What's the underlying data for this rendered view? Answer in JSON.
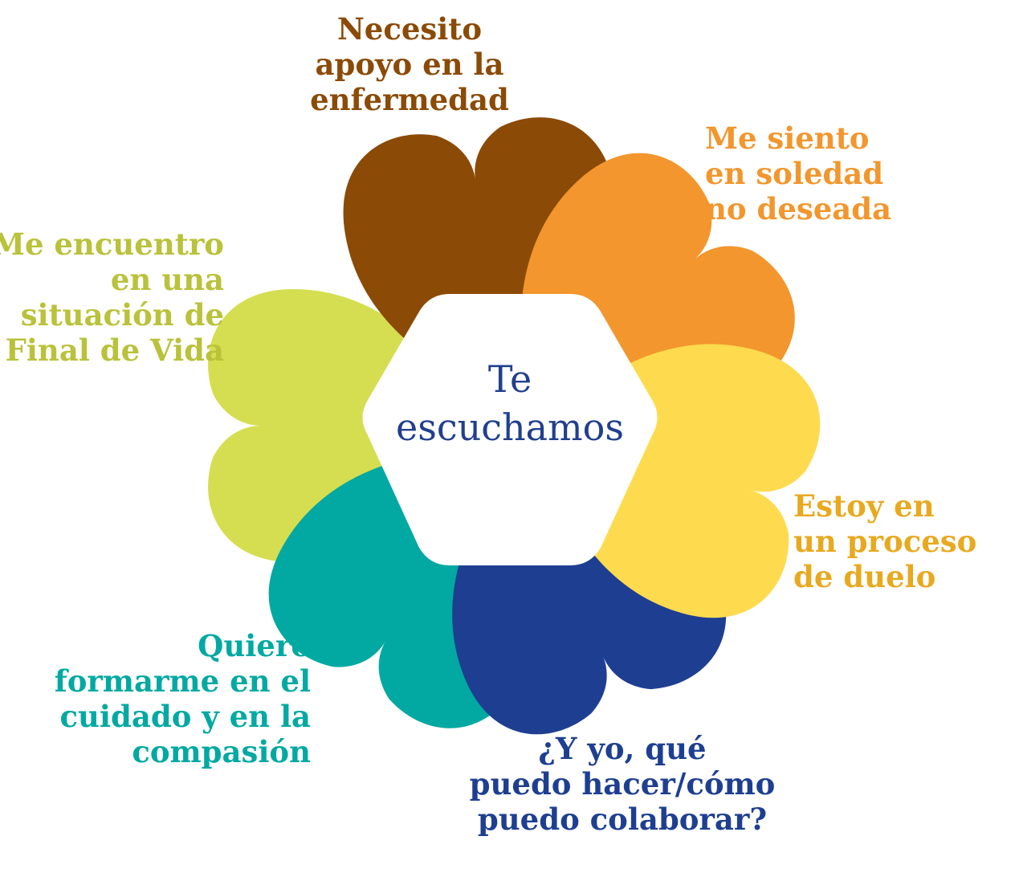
{
  "center": {
    "lines": [
      "Te",
      "escuchamos"
    ],
    "color": "#213f8f"
  },
  "petals": [
    {
      "id": "illness",
      "color": "#8b4a06",
      "text_color": "#8b4a06",
      "lines": [
        "Necesito",
        "apoyo en la",
        "enfermedad"
      ]
    },
    {
      "id": "loneliness",
      "color": "#f2962d",
      "text_color": "#f2962d",
      "lines": [
        "Me siento",
        "en soledad",
        "no deseada"
      ]
    },
    {
      "id": "grief",
      "color": "#fedb4e",
      "text_color": "#e8a91f",
      "lines": [
        "Estoy en",
        "un proceso",
        "de duelo"
      ]
    },
    {
      "id": "collaborate",
      "color": "#1e3f91",
      "text_color": "#1e3f91",
      "lines": [
        "¿Y yo, qué",
        "puedo hacer/cómo",
        "puedo colaborar?"
      ]
    },
    {
      "id": "training",
      "color": "#01a9a2",
      "text_color": "#01a9a2",
      "lines": [
        "Quiero",
        "formarme en el",
        "cuidado y en la",
        "compasión"
      ]
    },
    {
      "id": "end-of-life",
      "color": "#d5de50",
      "text_color": "#b9c23a",
      "lines": [
        "Me encuentro",
        "en una",
        "situación de",
        "Final de Vida"
      ]
    }
  ]
}
